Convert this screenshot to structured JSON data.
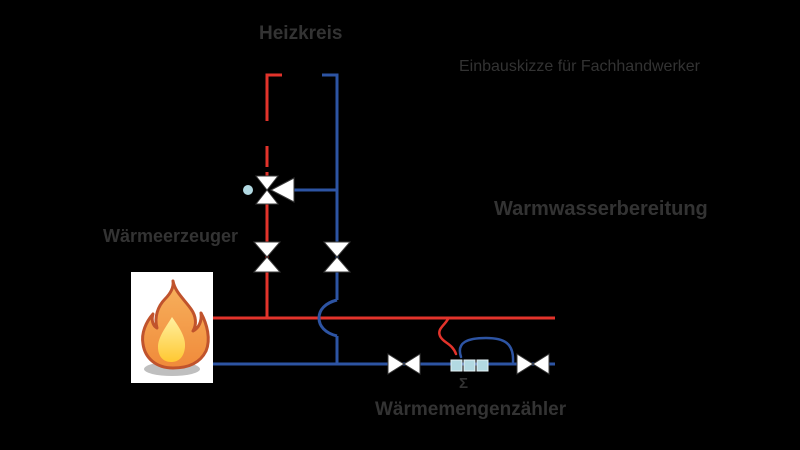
{
  "labels": {
    "heizkreis": "Heizkreis",
    "einbauskizze": "Einbauskizze für Fachhandwerker",
    "warmwasserbereitung": "Warmwasserbereitung",
    "waermeerzeuger": "Wärmeerzeuger",
    "waermemengenzaehler": "Wärmemengenzähler",
    "sigma": "Σ"
  },
  "colors": {
    "background": "#000000",
    "text": "#333333",
    "pipe_supply": "#e2332b",
    "pipe_return": "#2d54a3",
    "sensor_pale": "#b2d9e2",
    "valve_fill": "#ffffff",
    "boiler_box": "#ffffff",
    "flame_outline": "#c0532c",
    "flame_body": "#f5a14e",
    "flame_inner": "#ffd43b",
    "shadow_gray": "#a9a9a9"
  },
  "icons": {
    "boiler": "flame-icon",
    "mixing_valve": "three-way-valve-icon",
    "shutoff_valve": "bowtie-valve-icon",
    "heat_meter": "heat-meter-icon",
    "actuator_dot": "sensor-dot-icon"
  }
}
